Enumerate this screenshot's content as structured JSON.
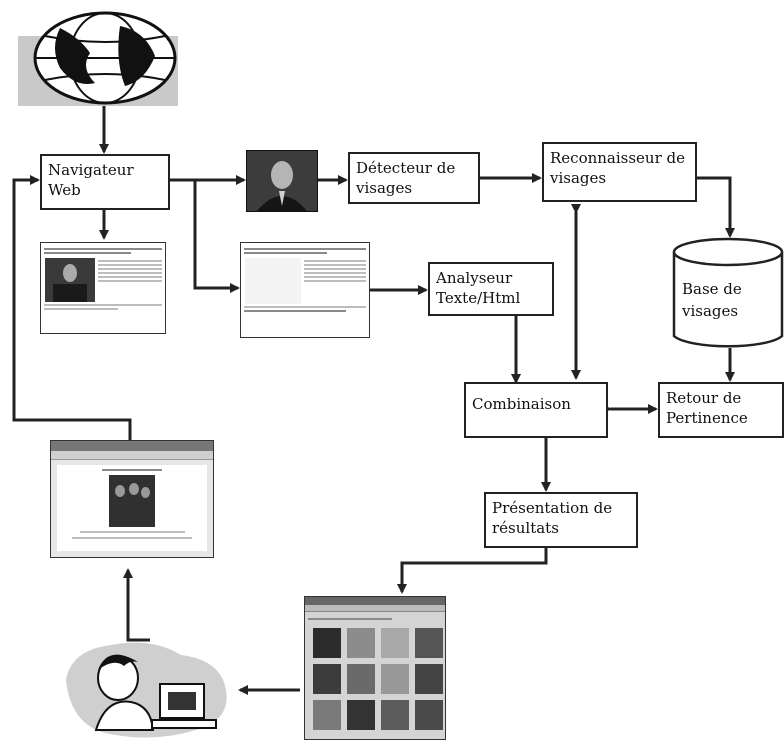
{
  "nodes": {
    "navigateur": [
      "Navigateur",
      "Web"
    ],
    "detecteur": [
      "Détecteur de",
      "visages"
    ],
    "reconnaisseur": [
      "Reconnaisseur de",
      "visages"
    ],
    "base": [
      "Base de",
      "visages"
    ],
    "analyseur": [
      "Analyseur",
      "Texte/Html"
    ],
    "combinaison": [
      "Combinaison"
    ],
    "retour": [
      "Retour de",
      "Pertinence"
    ],
    "presentation": [
      "Présentation de",
      "résultats"
    ]
  },
  "icons": {
    "globe": "globe-icon",
    "face_photo": "face-photo-icon",
    "web_page": "web-page-thumbnail",
    "html_page": "html-page-thumbnail",
    "browser": "browser-window-thumbnail",
    "results": "results-window-thumbnail",
    "user": "user-at-computer-icon"
  },
  "colors": {
    "stroke": "#222222",
    "background": "#ffffff"
  }
}
